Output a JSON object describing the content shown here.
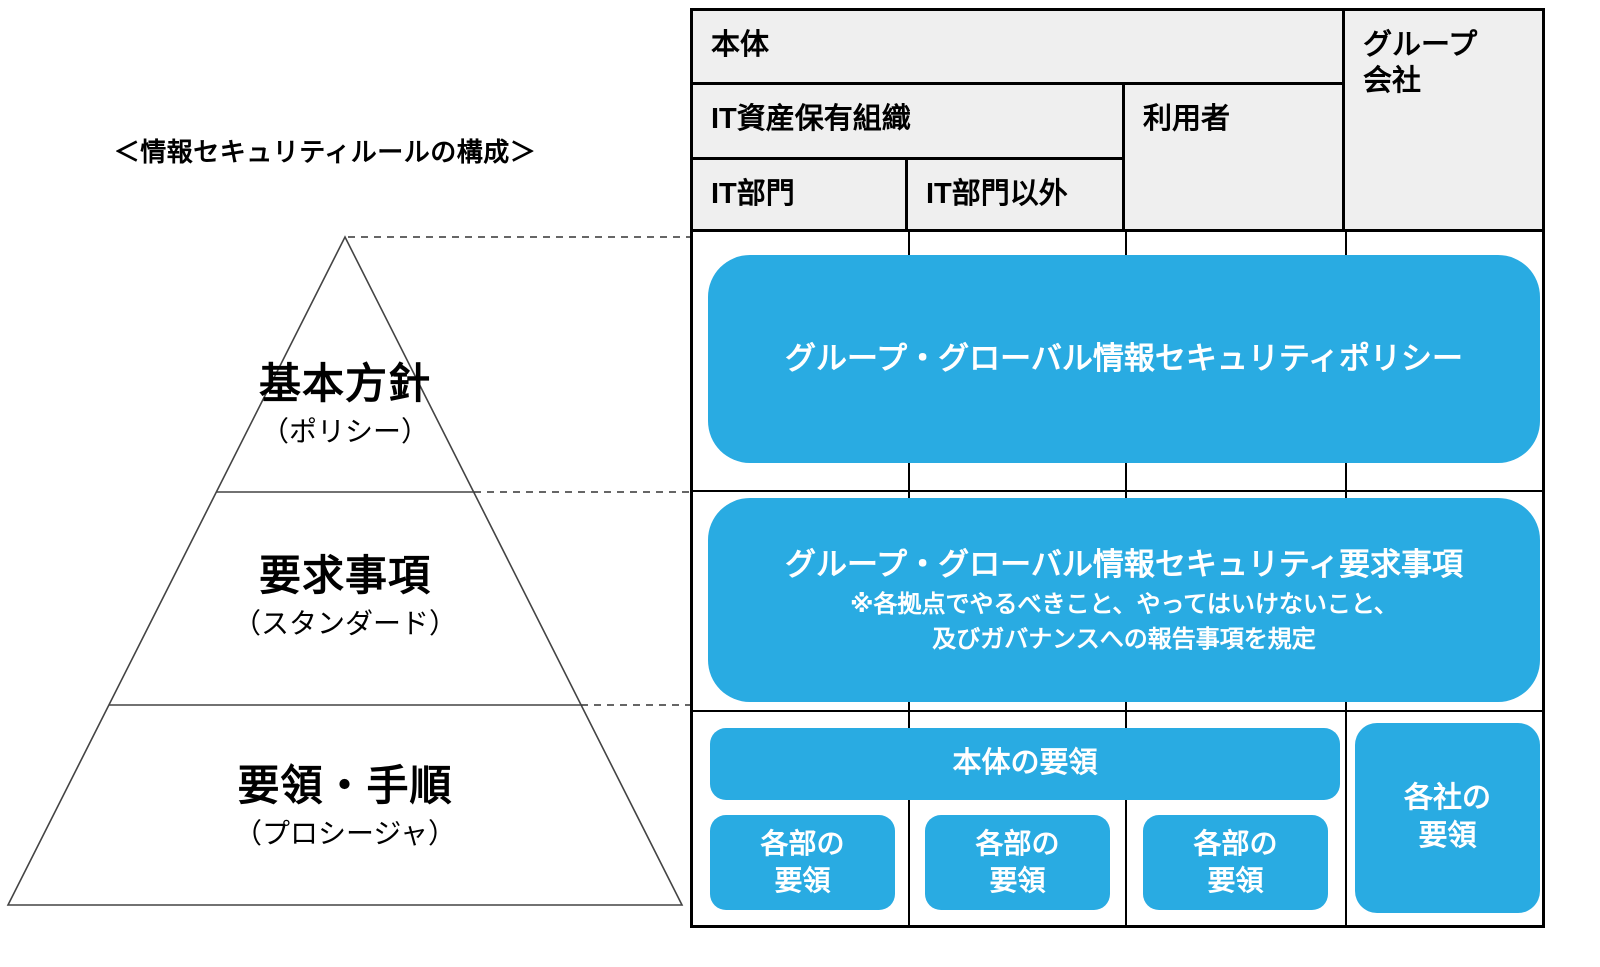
{
  "pyramid": {
    "title": "＜情報セキュリティルールの構成＞",
    "tiers": [
      {
        "label": "基本方針",
        "sublabel": "（ポリシー）"
      },
      {
        "label": "要求事項",
        "sublabel": "（スタンダード）"
      },
      {
        "label": "要領・手順",
        "sublabel": "（プロシージャ）"
      }
    ]
  },
  "table": {
    "headers": {
      "hontai": "本体",
      "group_company": "グループ\n会社",
      "it_asset_org": "IT資産保有組織",
      "user": "利用者",
      "it_dept": "IT部門",
      "non_it_dept": "IT部門以外"
    },
    "policy_row": {
      "label": "グループ・グローバル情報セキュリティポリシー"
    },
    "requirements_row": {
      "label": "グループ・グローバル情報セキュリティ要求事項",
      "note_line1": "※各拠点でやるべきこと、やってはいけないこと、",
      "note_line2": "及びガバナンスへの報告事項を規定"
    },
    "procedures_row": {
      "hontai_label": "本体の要領",
      "dept_labels": [
        "各部の\n要領",
        "各部の\n要領",
        "各部の\n要領"
      ],
      "kakusha_label": "各社の\n要領"
    },
    "colors": {
      "accent_blue": "#29ABE2",
      "header_gray": "#EFEFEF",
      "border_black": "#000000"
    }
  }
}
